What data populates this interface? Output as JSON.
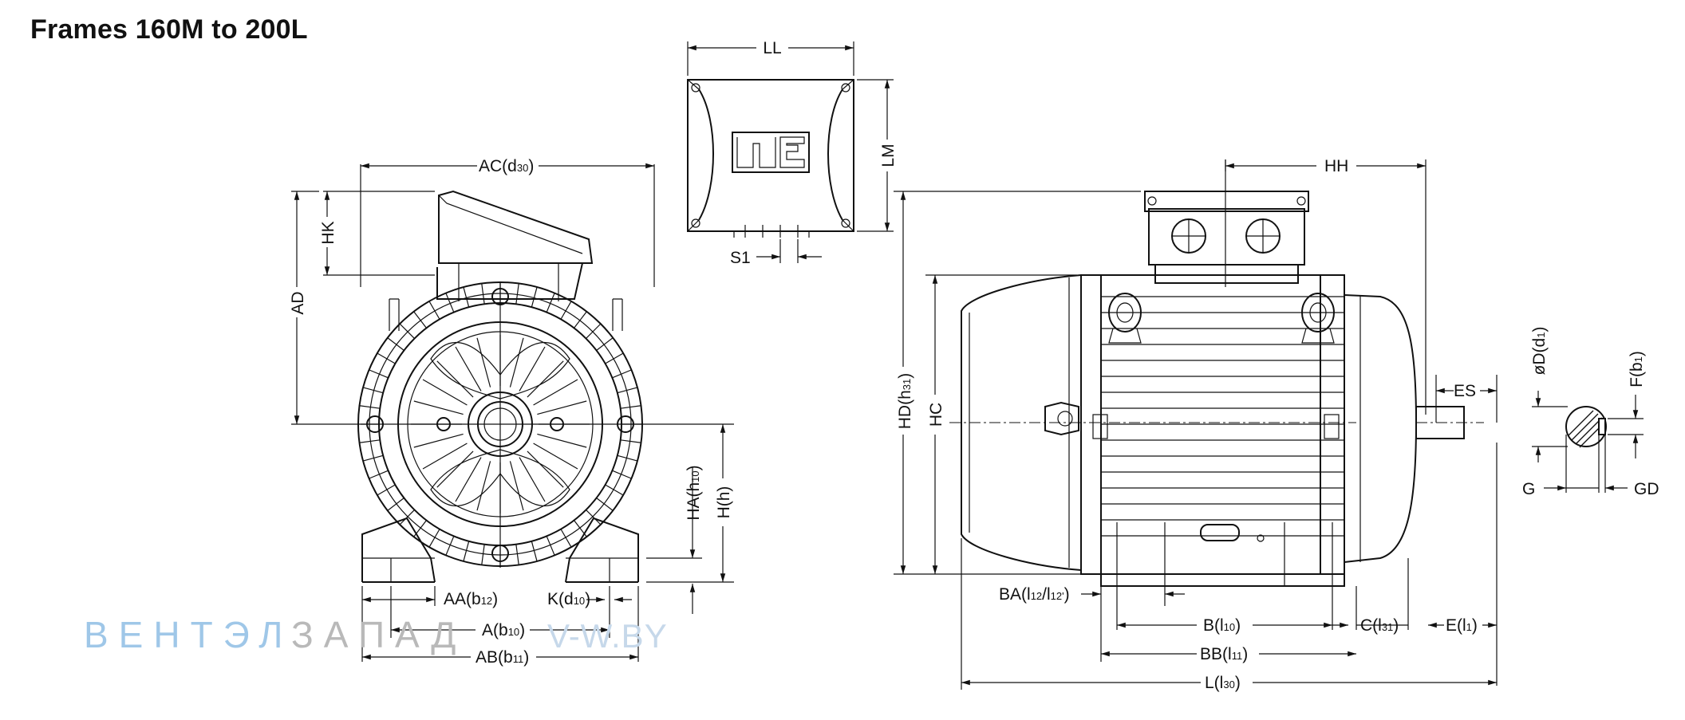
{
  "title": "Frames 160M to 200L",
  "labels": {
    "LL": "LL",
    "LM": "LM",
    "S1": "S1",
    "AC_main": "AC(d",
    "AC_sub": "30",
    "AC_end": ")",
    "HK": "HK",
    "AD": "AD",
    "HA_main": "HA(h",
    "HA_sub": "10",
    "HA_end": ")",
    "H_main": "H(h)",
    "AA_main": "AA(b",
    "AA_sub": "12",
    "AA_end": ")",
    "K_main": "K(d",
    "K_sub": "10",
    "K_end": ")",
    "A_main": "A(b",
    "A_sub": "10",
    "A_end": ")",
    "AB_main": "AB(b",
    "AB_sub": "11",
    "AB_end": ")",
    "HH": "HH",
    "HD_main": "HD(h",
    "HD_sub": "31",
    "HD_end": ")",
    "HC": "HC",
    "ES": "ES",
    "D_main": "øD(d",
    "D_sub": "1",
    "D_end": ")",
    "F_main": "F(b",
    "F_sub": "1",
    "F_end": ")",
    "G": "G",
    "GD": "GD",
    "BA_main": "BA(l",
    "BA_sub": "12",
    "BA_mid": "/l",
    "BA_sub2": "12'",
    "BA_end": ")",
    "B_main": "B(l",
    "B_sub": "10",
    "B_end": ")",
    "C_main": "C(l",
    "C_sub": "31",
    "C_end": ")",
    "E_main": "E(l",
    "E_sub": "1",
    "E_end": ")",
    "BB_main": "BB(l",
    "BB_sub": "11",
    "BB_end": ")",
    "L_main": "L(l",
    "L_sub": "30",
    "L_end": ")"
  },
  "watermark": {
    "part1": "ВЕНТЭЛ",
    "part2": "ЗАПАД",
    "part3": "V-W.BY"
  },
  "logo_text": "weg",
  "colors": {
    "line": "#111111",
    "watermark_blue": "#9fc7e8",
    "watermark_gray": "#b9b9b9"
  }
}
